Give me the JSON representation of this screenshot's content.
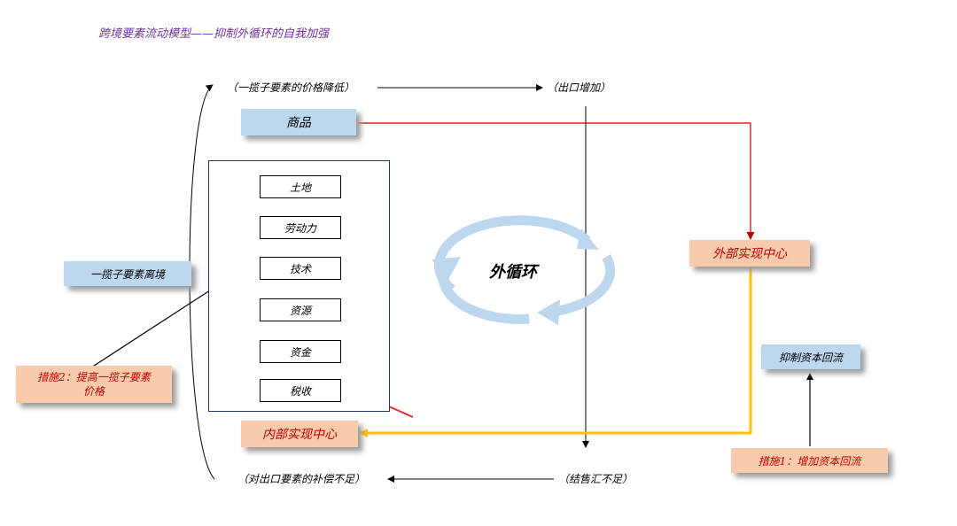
{
  "title": "跨境要素流动模型——抑制外循环的自我加强",
  "notes": {
    "top_left": "（一揽子要素的价格降低）",
    "top_right": "（出口增加）",
    "bottom_left": "（对出口要素的补偿不足）",
    "bottom_right": "（结售汇不足）"
  },
  "boxes": {
    "goods": "商品",
    "external_center": "外部实现中心",
    "internal_center": "内部实现中心",
    "factor_outflow": "一揽子要素离境",
    "measure2_line1": "措施2：提高一揽子要素",
    "measure2_line2": "价格",
    "suppress_capital": "抑制资本回流",
    "measure1": "措施1：增加资本回流"
  },
  "factors": [
    "土地",
    "劳动力",
    "技术",
    "资源",
    "资金",
    "税收"
  ],
  "cycle_label": "外循环",
  "colors": {
    "title": "#7030a0",
    "blue_box": "#bdd7ee",
    "orange_box": "#f8cbad",
    "red_text": "#c00000",
    "red_line": "#c00000",
    "yellow_line": "#ffc000",
    "cycle_arrow": "#bdd7ee"
  }
}
